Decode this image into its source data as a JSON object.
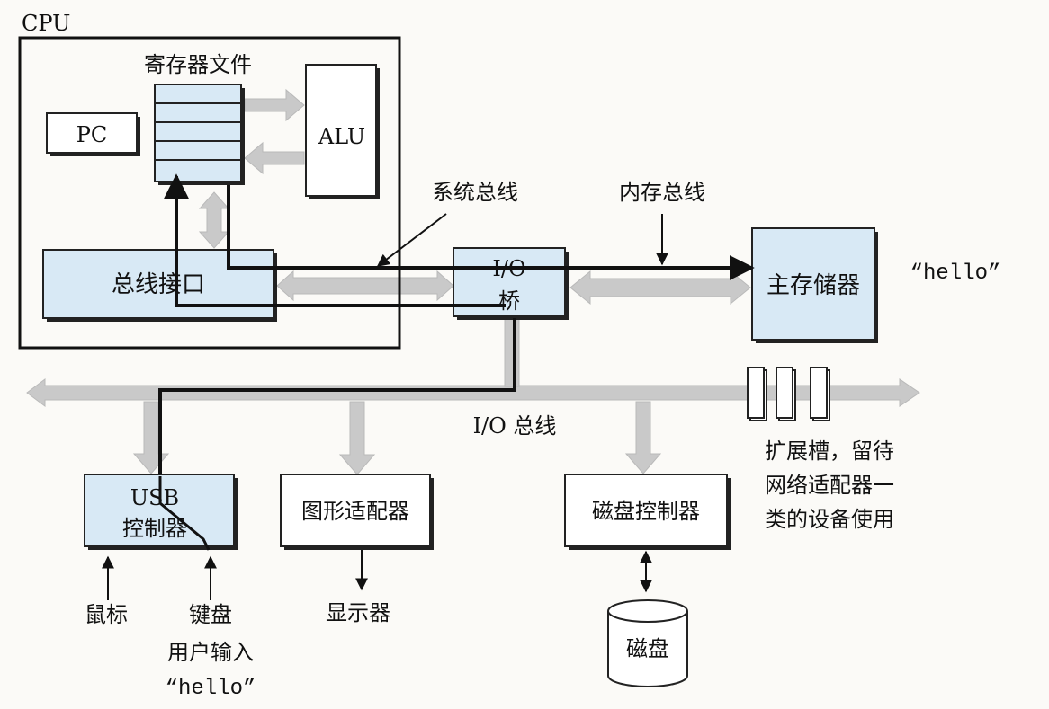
{
  "colors": {
    "box_fill": "#d8e9f5",
    "box_stroke": "#222222",
    "bus_gray": "#c9c9c9",
    "line": "#111111",
    "background": "#fbfaf7"
  },
  "labels": {
    "cpu": "CPU",
    "register_file": "寄存器文件",
    "pc": "PC",
    "alu": "ALU",
    "bus_interface": "总线接口",
    "system_bus": "系统总线",
    "memory_bus": "内存总线",
    "io_bridge_line1": "I/O",
    "io_bridge_line2": "桥",
    "main_memory": "主存储器",
    "hello_in_memory": "“hello”",
    "io_bus": "I/O 总线",
    "usb_line1": "USB",
    "usb_line2": "控制器",
    "graphics_adapter": "图形适配器",
    "disk_controller": "磁盘控制器",
    "expansion_line1": "扩展槽，留待",
    "expansion_line2": "网络适配器一",
    "expansion_line3": "类的设备使用",
    "mouse": "鼠标",
    "keyboard": "键盘",
    "display": "显示器",
    "disk": "磁盘",
    "user_input": "用户输入",
    "hello_typed": "“hello”"
  }
}
